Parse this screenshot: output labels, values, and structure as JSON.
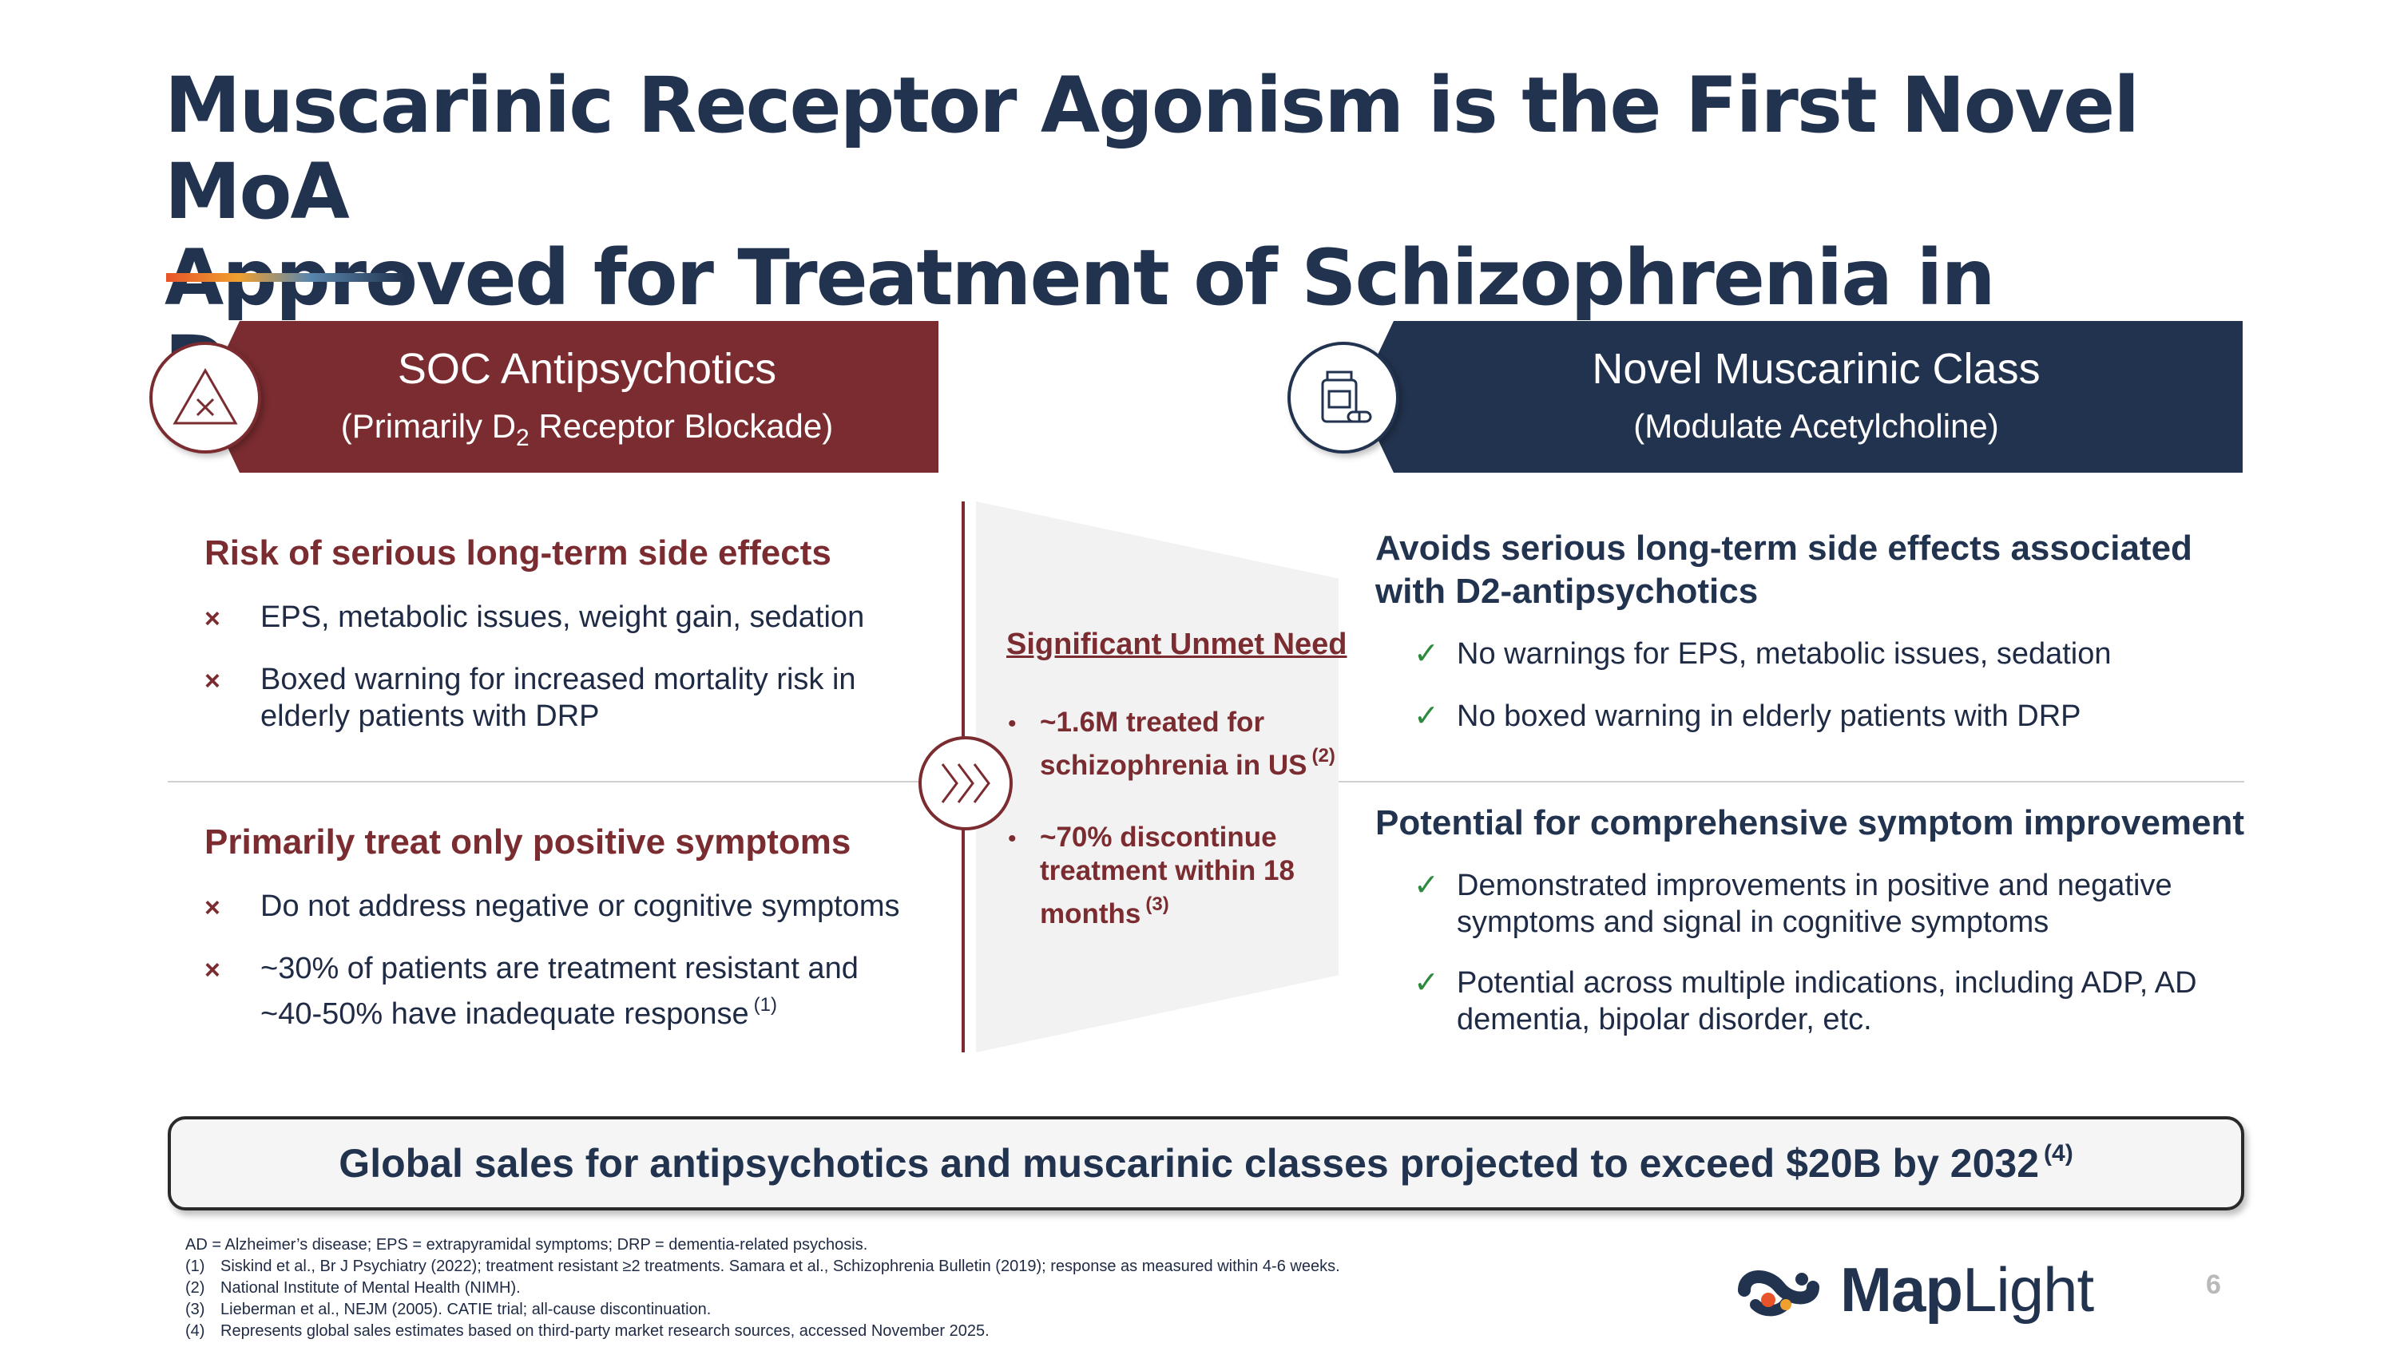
{
  "title": {
    "line1": "Muscarinic Receptor Agonism is the First Novel MoA",
    "line2": "Approved for Treatment of Schizophrenia in Decades"
  },
  "soc": {
    "icon": "warning-triangle-icon",
    "banner_title": "SOC Antipsychotics",
    "banner_sub_pre": "(Primarily D",
    "banner_sub_subscript": "2",
    "banner_sub_post": " Receptor Blockade)",
    "section1": {
      "heading": "Risk of serious long-term side effects",
      "bullets": [
        "EPS, metabolic issues, weight gain, sedation",
        "Boxed warning for increased mortality risk in",
        "elderly patients with DRP"
      ]
    },
    "section2": {
      "heading": "Primarily treat only positive symptoms",
      "bullets": [
        "Do not address negative or cognitive symptoms",
        "~30% of patients are treatment resistant and",
        "~40-50% have inadequate response"
      ],
      "footnote": "(1)"
    }
  },
  "middle": {
    "heading": "Significant Unmet Need",
    "items": [
      {
        "line1": "~1.6M treated for",
        "line2": "schizophrenia in US",
        "footnote": "(2)"
      },
      {
        "line1": "~70% discontinue",
        "line2": "treatment within 18",
        "line3": "months",
        "footnote": "(3)"
      }
    ],
    "bullet_glyph": "•",
    "icon": "chevrons-right-icon"
  },
  "novel": {
    "icon": "pill-bottle-icon",
    "banner_title": "Novel Muscarinic Class",
    "banner_sub": "(Modulate Acetylcholine)",
    "section1": {
      "heading_line1": "Avoids serious long-term side effects associated",
      "heading_line2": "with D2-antipsychotics",
      "bullets": [
        "No warnings for EPS, metabolic issues, sedation",
        "No boxed warning in elderly patients with DRP"
      ]
    },
    "section2": {
      "heading": "Potential for comprehensive symptom improvement",
      "bullets": [
        "Demonstrated improvements in positive and negative",
        "symptoms and signal in cognitive symptoms",
        "Potential across multiple indications, including ADP, AD",
        "dementia, bipolar disorder, etc."
      ]
    }
  },
  "marks": {
    "x": "×",
    "check": "✓"
  },
  "footer": {
    "text": "Global sales for antipsychotics and muscarinic classes projected to exceed $20B by 2032",
    "footnote": "(4)"
  },
  "notes": {
    "abbrev": "AD = Alzheimer’s disease; EPS = extrapyramidal symptoms; DRP = dementia-related psychosis.",
    "refs": [
      {
        "num": "(1)",
        "text": "Siskind et al., Br J Psychiatry (2022); treatment resistant ≥2 treatments. Samara et al., Schizophrenia Bulletin (2019); response as measured within 4-6 weeks."
      },
      {
        "num": "(2)",
        "text": "National Institute of Mental Health (NIMH)."
      },
      {
        "num": "(3)",
        "text": "Lieberman et al., NEJM (2005). CATIE trial; all-cause discontinuation."
      },
      {
        "num": "(4)",
        "text": "Represents global sales estimates based on third-party market research sources, accessed November 2025."
      }
    ]
  },
  "logo": {
    "text_bold": "Map",
    "text_light": "Light",
    "icon": "maplight-logo-icon"
  },
  "page_number": "6",
  "colors": {
    "maroon": "#7b2c30",
    "navy": "#22334f",
    "check_green": "#2e8a3e"
  }
}
